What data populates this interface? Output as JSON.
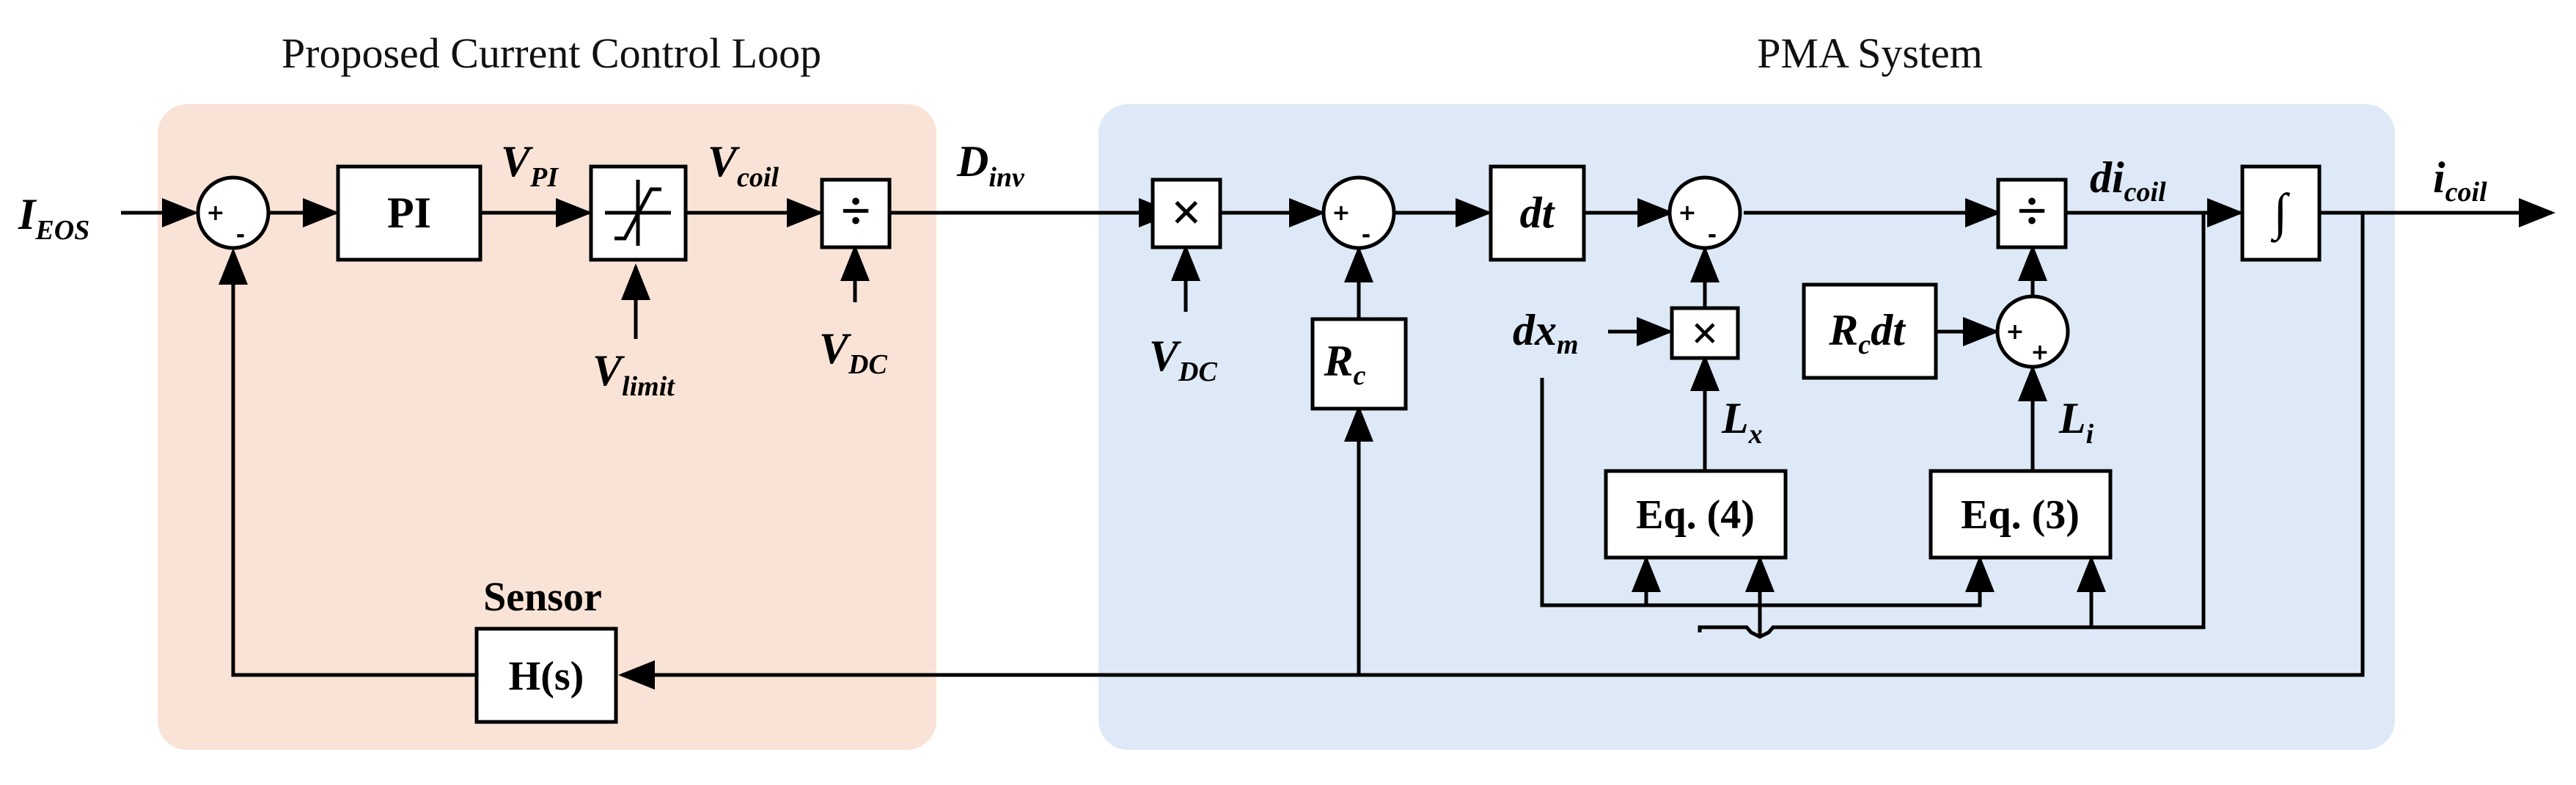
{
  "regions": {
    "control": {
      "title": "Proposed Current Control Loop",
      "fill": "#f9e3d6"
    },
    "pma": {
      "title": "PMA System",
      "fill": "#dde9f6"
    }
  },
  "blocks": {
    "pi": "PI",
    "sensor_title": "Sensor",
    "hs": "H(s)",
    "eq4": "Eq. (4)",
    "eq3": "Eq. (3)",
    "rc": {
      "main": "R",
      "sub": "c"
    },
    "dt": "dt",
    "rcdt": {
      "main": "R",
      "sub": "c",
      "tail": "dt"
    },
    "integrator_symbol": "∫",
    "saturation_icon": "saturation-icon",
    "divide_symbol": "÷",
    "multiply_symbol": "×"
  },
  "signals": {
    "i_eos": {
      "main": "I",
      "sub": "EOS"
    },
    "v_pi": {
      "main": "V",
      "sub": "PI"
    },
    "v_coil": {
      "main": "V",
      "sub": "coil"
    },
    "v_limit": {
      "main": "V",
      "sub": "limit"
    },
    "v_dc_1": {
      "main": "V",
      "sub": "DC"
    },
    "d_inv": {
      "main": "D",
      "sub": "inv"
    },
    "v_dc_2": {
      "main": "V",
      "sub": "DC"
    },
    "dx_m": {
      "main": "dx",
      "sub": "m"
    },
    "l_x": {
      "main": "L",
      "sub": "x"
    },
    "l_i": {
      "main": "L",
      "sub": "i"
    },
    "di_coil": {
      "main": "di",
      "sub": "coil"
    },
    "i_coil": {
      "main": "i",
      "sub": "coil"
    }
  },
  "sum_signs": {
    "plus": "+",
    "minus": "-"
  }
}
